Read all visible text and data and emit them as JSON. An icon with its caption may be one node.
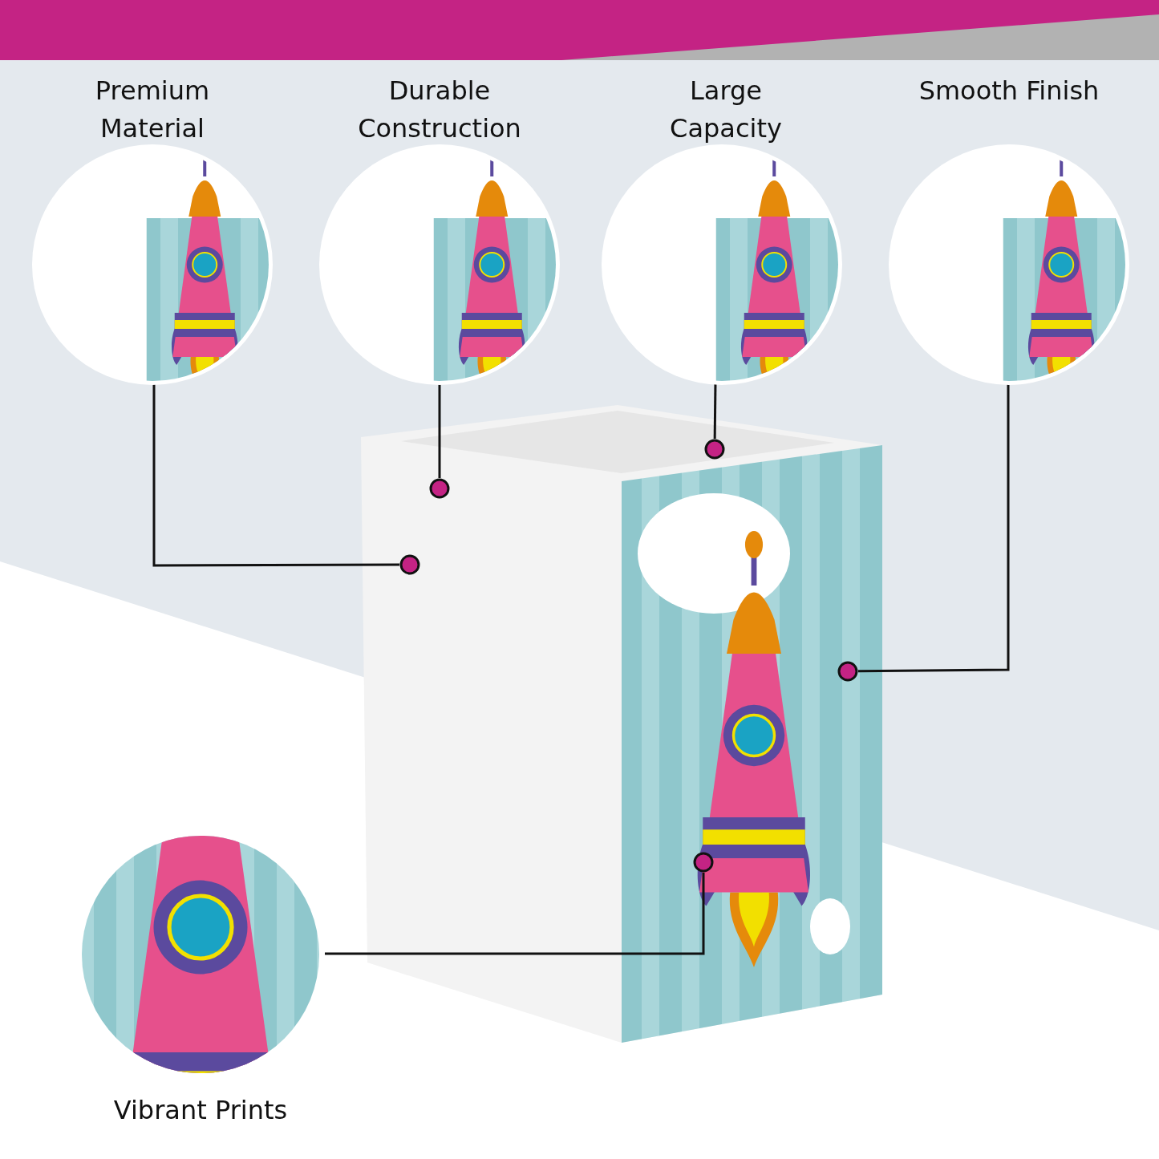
{
  "diagram": {
    "nodes": [
      {
        "text": [
          "Premium Material"
        ]
      },
      {
        "text": [
          "Durable Construction"
        ]
      },
      {
        "text": [
          "Large Capacity"
        ]
      },
      {
        "text": [
          "Smooth Finish"
        ]
      },
      {
        "text": [
          "Vibrant Prints"
        ]
      },
      {
        "text": [],
        "shape": "circle"
      },
      {
        "text": [],
        "shape": "circle"
      },
      {
        "text": [],
        "shape": "circle"
      },
      {
        "text": [],
        "shape": "circle"
      },
      {
        "text": [],
        "shape": "circle"
      }
    ],
    "edges": [
      {
        "from": 0,
        "to": 5,
        "arrow": "none"
      },
      {
        "from": 1,
        "to": 6,
        "arrow": "none"
      },
      {
        "from": 2,
        "to": 7,
        "arrow": "none"
      },
      {
        "from": 3,
        "to": 8,
        "arrow": "none"
      },
      {
        "from": 4,
        "to": 9,
        "arrow": "none"
      }
    ]
  }
}
